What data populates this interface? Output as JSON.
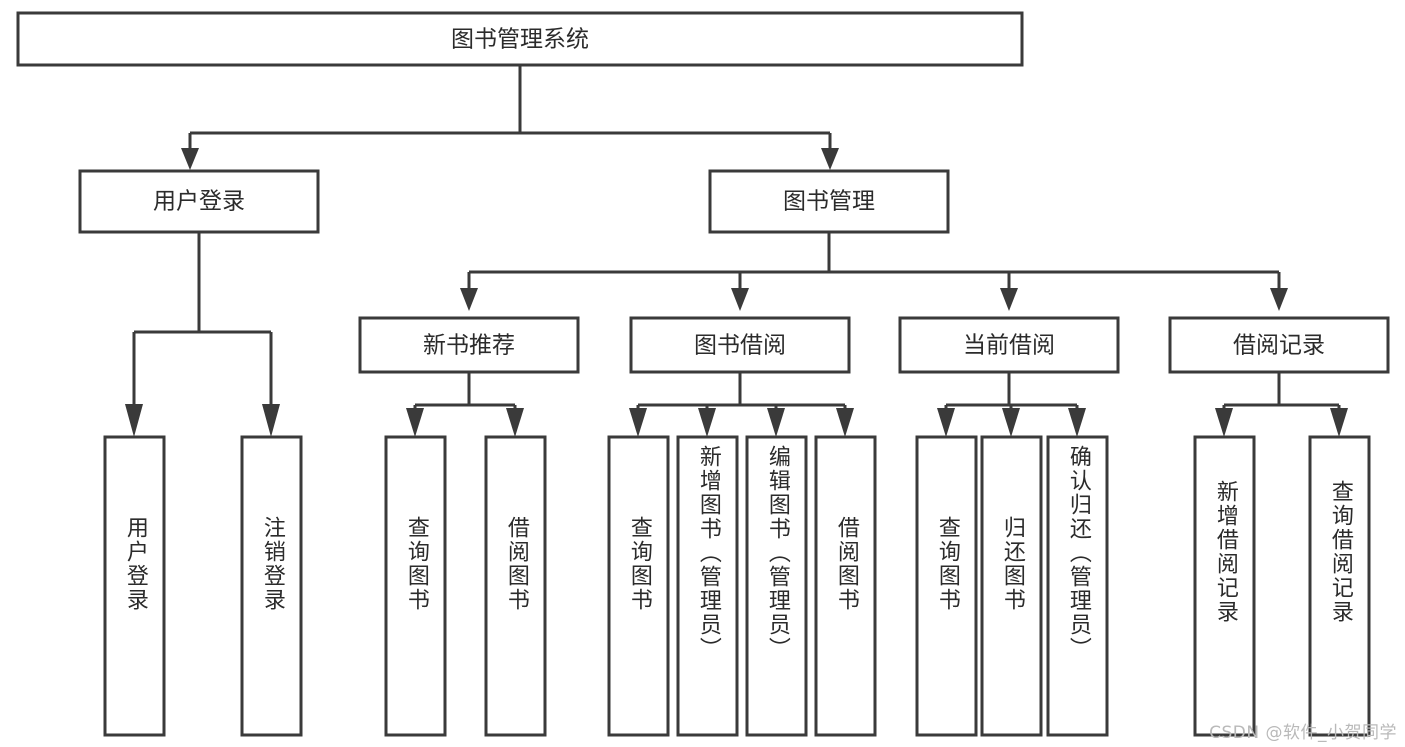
{
  "diagram": {
    "type": "tree-hierarchy",
    "title": "图书管理系统",
    "root": {
      "id": "root",
      "label": "图书管理系统"
    },
    "level2": [
      {
        "id": "user-login",
        "label": "用户登录"
      },
      {
        "id": "book-manage",
        "label": "图书管理"
      }
    ],
    "level3": [
      {
        "id": "new-book-rec",
        "label": "新书推荐",
        "parent": "book-manage"
      },
      {
        "id": "book-borrow",
        "label": "图书借阅",
        "parent": "book-manage"
      },
      {
        "id": "current-borrow",
        "label": "当前借阅",
        "parent": "book-manage"
      },
      {
        "id": "borrow-record",
        "label": "借阅记录",
        "parent": "book-manage"
      }
    ],
    "leaves": {
      "user-login": [
        {
          "id": "leaf-user-login",
          "label": "用户登录"
        },
        {
          "id": "leaf-user-logout",
          "label": "注销登录"
        }
      ],
      "new-book-rec": [
        {
          "id": "leaf-query-book-1",
          "label": "查询图书"
        },
        {
          "id": "leaf-borrow-book-1",
          "label": "借阅图书"
        }
      ],
      "book-borrow": [
        {
          "id": "leaf-query-book-2",
          "label": "查询图书"
        },
        {
          "id": "leaf-add-book",
          "label": "新增图书（管理员）"
        },
        {
          "id": "leaf-edit-book",
          "label": "编辑图书（管理员）"
        },
        {
          "id": "leaf-borrow-book-2",
          "label": "借阅图书"
        }
      ],
      "current-borrow": [
        {
          "id": "leaf-query-book-3",
          "label": "查询图书"
        },
        {
          "id": "leaf-return-book",
          "label": "归还图书"
        },
        {
          "id": "leaf-confirm-return",
          "label": "确认归还（管理员）"
        }
      ],
      "borrow-record": [
        {
          "id": "leaf-add-record",
          "label": "新增借阅记录"
        },
        {
          "id": "leaf-query-record",
          "label": "查询借阅记录"
        }
      ]
    },
    "watermark": "CSDN @软件_小贺同学",
    "colors": {
      "stroke": "#3a3a3a",
      "fill": "#ffffff",
      "text": "#2b2b2b",
      "watermark": "#b9b9b9"
    }
  }
}
